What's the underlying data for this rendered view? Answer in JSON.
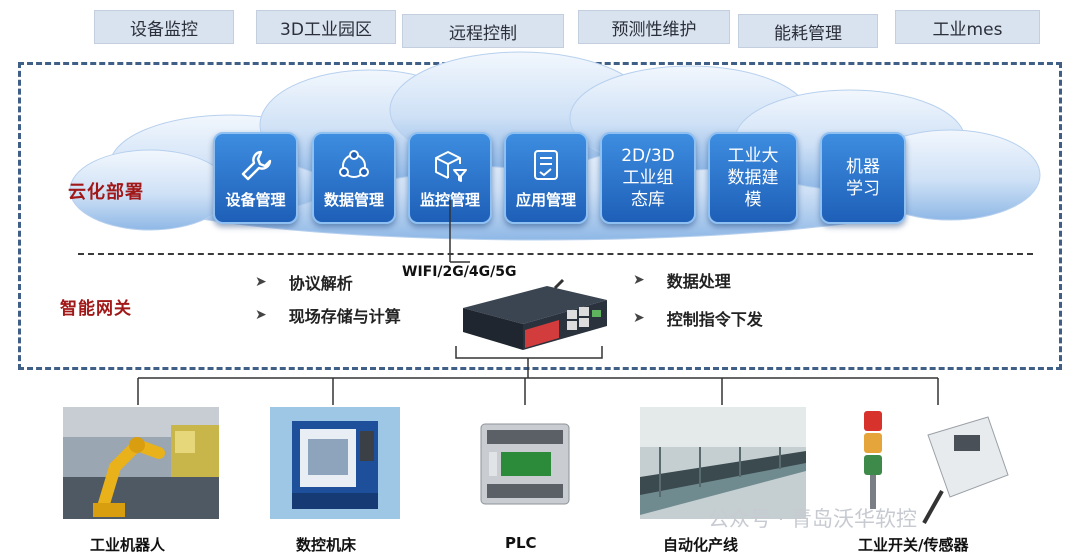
{
  "top_tabs": [
    "设备监控",
    "3D工业园区",
    "远程控制",
    "预测性维护",
    "能耗管理",
    "工业mes"
  ],
  "cloud_layer_label": "云化部署",
  "gateway_layer_label": "智能网关",
  "modules": [
    {
      "label": "设备管理",
      "icon": "wrench-icon"
    },
    {
      "label": "数据管理",
      "icon": "share-nodes-icon"
    },
    {
      "label": "监控管理",
      "icon": "box-filter-icon"
    },
    {
      "label": "应用管理",
      "icon": "document-check-icon"
    },
    {
      "label": "2D/3D\n工业组\n态库",
      "icon": ""
    },
    {
      "label": "工业大\n数据建\n模",
      "icon": ""
    },
    {
      "label": "机器\n学习",
      "icon": ""
    }
  ],
  "connectivity_label": "WIFI/2G/4G/5G",
  "features_left": [
    "协议解析",
    "现场存储与计算"
  ],
  "features_right": [
    "数据处理",
    "控制指令下发"
  ],
  "devices": [
    "工业机器人",
    "数控机床",
    "PLC",
    "自动化产线",
    "工业开关/传感器"
  ],
  "watermark": "公众号 · 青岛沃华软控",
  "colors": {
    "accent": "#1e5fb8",
    "label_red": "#a11818",
    "frame": "#3f5f86"
  }
}
